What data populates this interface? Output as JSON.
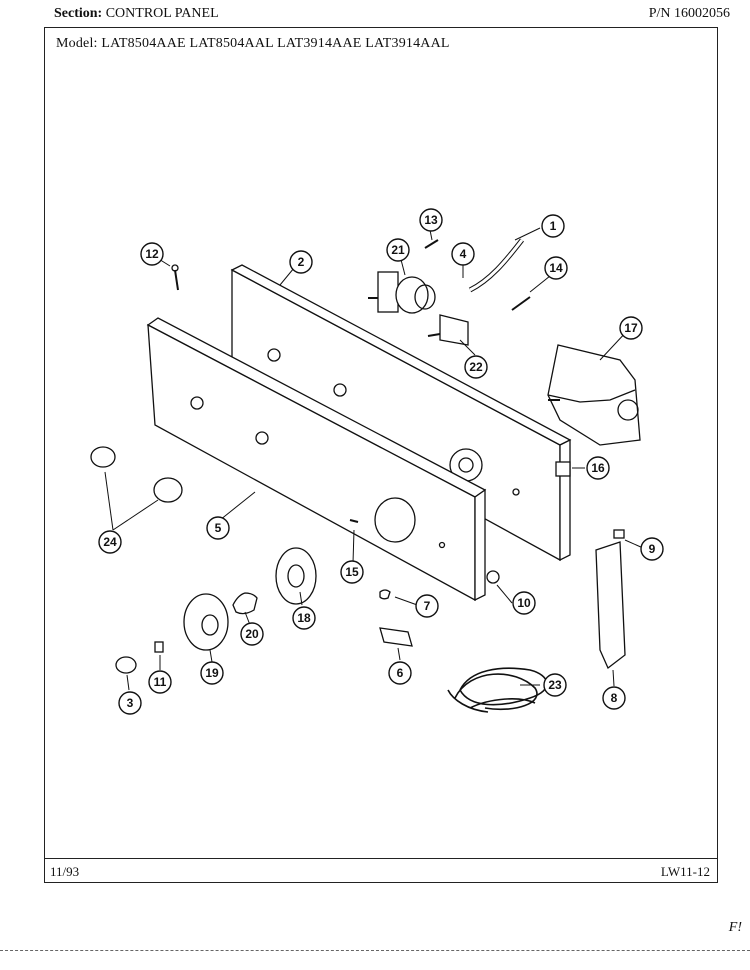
{
  "header": {
    "section_label": "Section:",
    "section_value": "CONTROL PANEL",
    "part_number": "P/N 16002056"
  },
  "model_line": "Model:  LAT8504AAE  LAT8504AAL  LAT3914AAE  LAT3914AAL",
  "footer": {
    "date": "11/93",
    "page_code": "LW11-12"
  },
  "corner_mark": "F!",
  "callouts": [
    "1",
    "2",
    "3",
    "4",
    "5",
    "6",
    "7",
    "8",
    "9",
    "10",
    "11",
    "12",
    "13",
    "14",
    "15",
    "16",
    "17",
    "18",
    "19",
    "20",
    "21",
    "22",
    "23",
    "24",
    "24"
  ]
}
